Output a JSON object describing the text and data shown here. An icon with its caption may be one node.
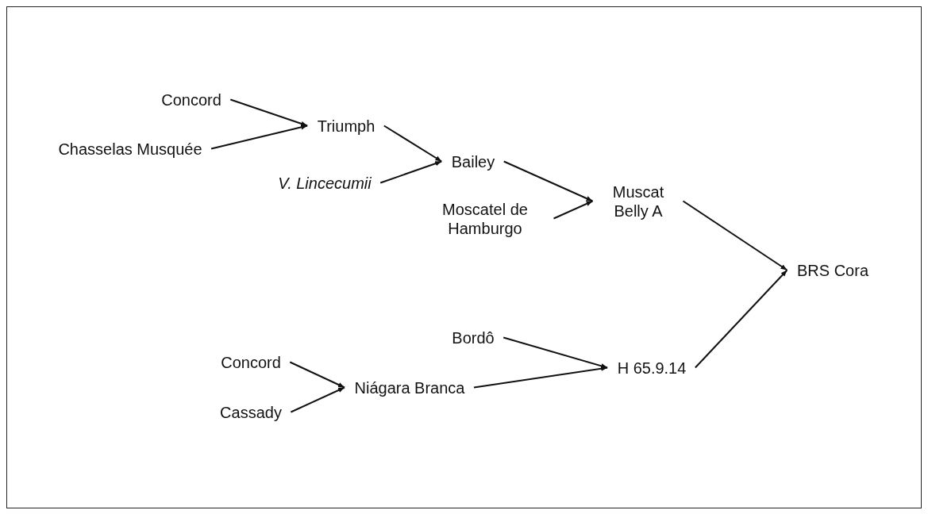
{
  "diagram": {
    "nodes": [
      {
        "text": [
          "Concord"
        ]
      },
      {
        "text": [
          "Chasselas Musquée"
        ]
      },
      {
        "text": [
          "Triumph"
        ]
      },
      {
        "text": [
          "*V. Lincecumii*"
        ]
      },
      {
        "text": [
          "Bailey"
        ]
      },
      {
        "text": [
          "Moscatel de Hamburgo"
        ]
      },
      {
        "text": [
          "Muscat Belly A"
        ]
      },
      {
        "text": [
          "BRS Cora"
        ]
      },
      {
        "text": [
          "Bordô"
        ]
      },
      {
        "text": [
          "Concord"
        ]
      },
      {
        "text": [
          "Cassady"
        ]
      },
      {
        "text": [
          "Niágara Branca"
        ]
      },
      {
        "text": [
          "H 65.9.14"
        ]
      }
    ],
    "edges": [
      {
        "from": 0,
        "to": 2,
        "arrow": "to"
      },
      {
        "from": 1,
        "to": 2,
        "arrow": "to"
      },
      {
        "from": 2,
        "to": 4,
        "arrow": "to"
      },
      {
        "from": 3,
        "to": 4,
        "arrow": "to"
      },
      {
        "from": 4,
        "to": 6,
        "arrow": "to"
      },
      {
        "from": 5,
        "to": 6,
        "arrow": "to"
      },
      {
        "from": 6,
        "to": 7,
        "arrow": "to"
      },
      {
        "from": 8,
        "to": 12,
        "arrow": "to"
      },
      {
        "from": 11,
        "to": 12,
        "arrow": "to"
      },
      {
        "from": 9,
        "to": 11,
        "arrow": "to"
      },
      {
        "from": 10,
        "to": 11,
        "arrow": "to"
      },
      {
        "from": 12,
        "to": 7,
        "arrow": "to"
      }
    ]
  }
}
